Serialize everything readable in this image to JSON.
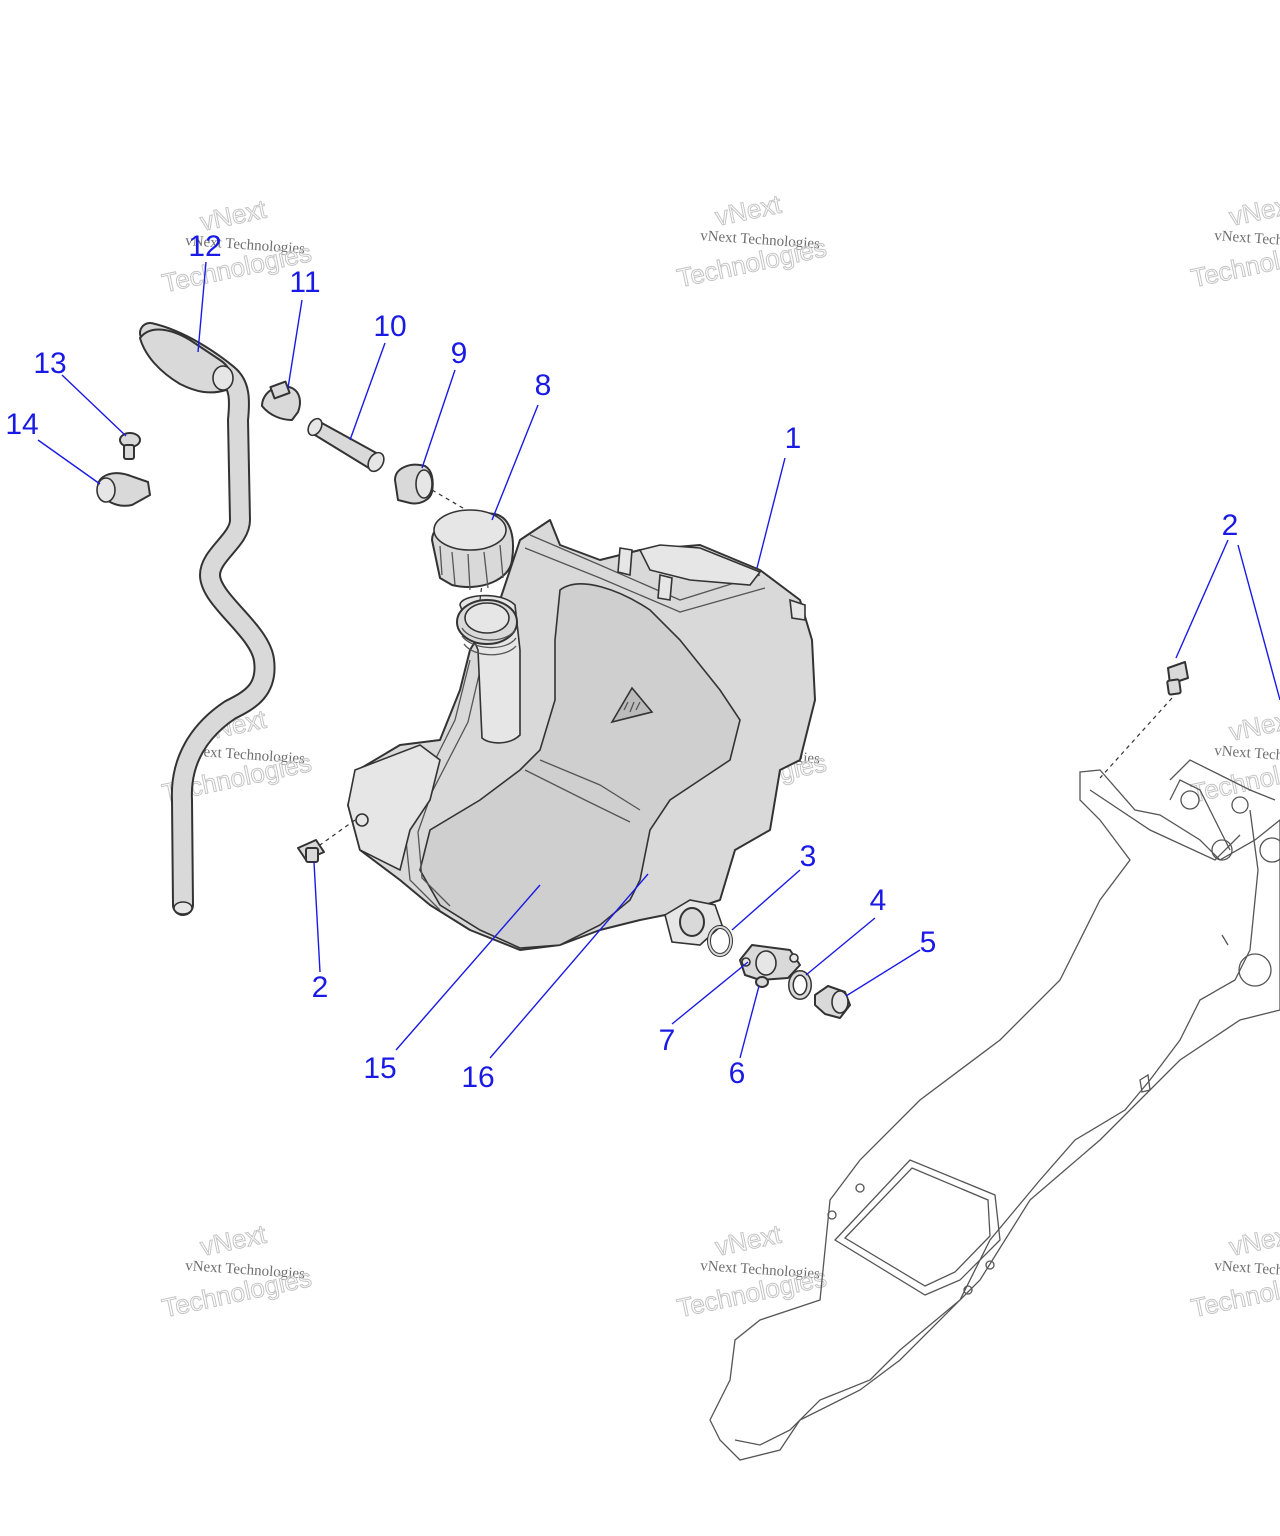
{
  "watermark": {
    "line1": "vNext",
    "line2": "vNext Technologies",
    "line3": "Technologies"
  },
  "callouts": [
    {
      "id": "1",
      "label": "1"
    },
    {
      "id": "2a",
      "label": "2"
    },
    {
      "id": "2b",
      "label": "2"
    },
    {
      "id": "3",
      "label": "3"
    },
    {
      "id": "4",
      "label": "4"
    },
    {
      "id": "5",
      "label": "5"
    },
    {
      "id": "6",
      "label": "6"
    },
    {
      "id": "7",
      "label": "7"
    },
    {
      "id": "8",
      "label": "8"
    },
    {
      "id": "9",
      "label": "9"
    },
    {
      "id": "10",
      "label": "10"
    },
    {
      "id": "11",
      "label": "11"
    },
    {
      "id": "12",
      "label": "12"
    },
    {
      "id": "13",
      "label": "13"
    },
    {
      "id": "14",
      "label": "14"
    },
    {
      "id": "15",
      "label": "15"
    },
    {
      "id": "16",
      "label": "16"
    }
  ],
  "colors": {
    "callout": "#1a1ae6",
    "part_fill": "#d9d9d9",
    "line": "#333333"
  }
}
